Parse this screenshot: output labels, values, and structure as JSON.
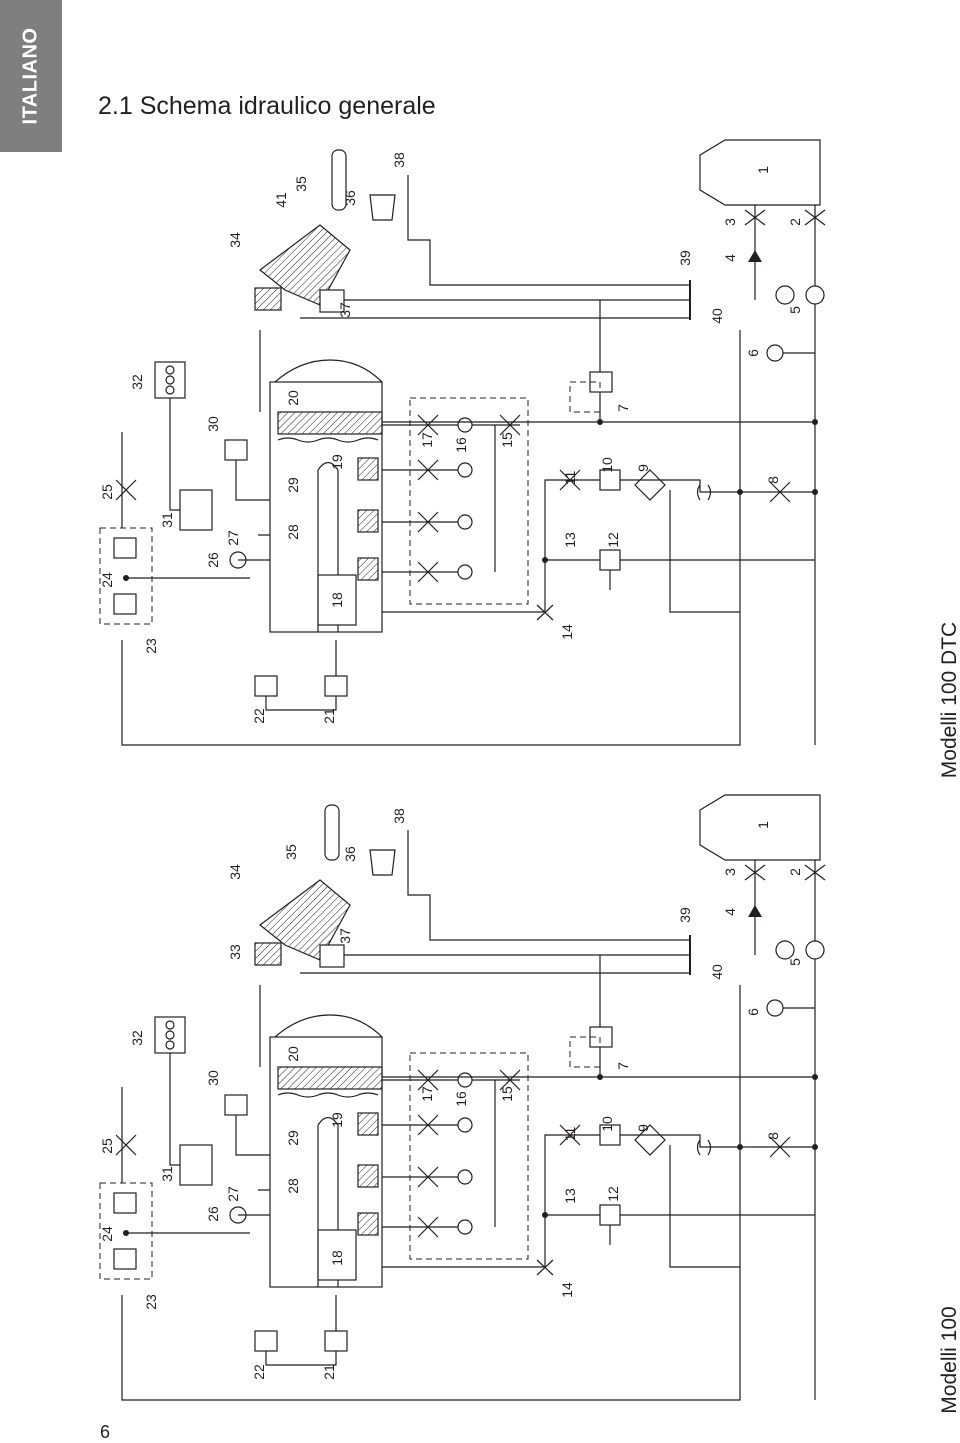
{
  "header": {
    "language_tab": "ITALIANO",
    "title": "2.1 Schema idraulico generale"
  },
  "footer": {
    "page_number": "6"
  },
  "diagrams": [
    {
      "id": "dtc",
      "caption": "Modelli 100 DTC",
      "labels": [
        "1",
        "2",
        "3",
        "4",
        "5",
        "6",
        "7",
        "8",
        "9",
        "10",
        "11",
        "12",
        "13",
        "14",
        "15",
        "16",
        "17",
        "18",
        "19",
        "20",
        "21",
        "22",
        "23",
        "24",
        "25",
        "26",
        "27",
        "28",
        "29",
        "30",
        "31",
        "32",
        "34",
        "35",
        "36",
        "37",
        "38",
        "39",
        "40",
        "41"
      ]
    },
    {
      "id": "std",
      "caption": "Modelli 100",
      "labels": [
        "1",
        "2",
        "3",
        "4",
        "5",
        "6",
        "7",
        "8",
        "9",
        "10",
        "11",
        "12",
        "13",
        "14",
        "15",
        "16",
        "17",
        "18",
        "19",
        "20",
        "21",
        "22",
        "23",
        "24",
        "25",
        "26",
        "27",
        "28",
        "29",
        "30",
        "31",
        "32",
        "33",
        "34",
        "35",
        "36",
        "37",
        "38",
        "39",
        "40"
      ]
    }
  ]
}
